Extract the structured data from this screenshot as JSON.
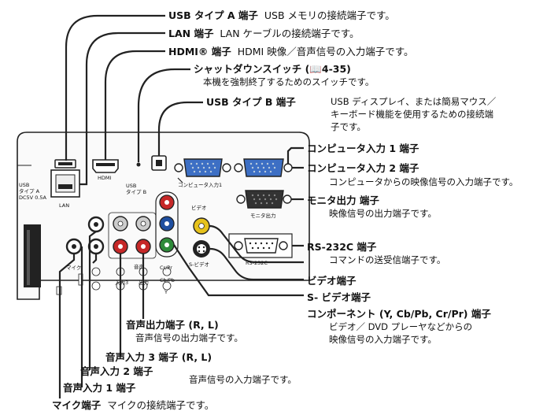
{
  "callouts": {
    "usb_a": {
      "name": "USB タイプ A 端子",
      "desc": "USB メモリの接続端子です。"
    },
    "lan": {
      "name": "LAN 端子",
      "desc": "LAN ケーブルの接続端子です。"
    },
    "hdmi": {
      "name": "HDMI® 端子",
      "desc": "HDMI 映像／音声信号の入力端子です。"
    },
    "shutdown": {
      "name": "シャットダウンスイッチ (📖4-35)",
      "desc": "本機を強制終了するためのスイッチです。"
    },
    "usb_b": {
      "name": "USB タイプ B 端子",
      "desc_lines": [
        "USB ディスプレイ、または簡易マウス／",
        "キーボード機能を使用するための接続端",
        "子です。"
      ]
    },
    "computer_in1": {
      "name": "コンピュータ入力 1 端子"
    },
    "computer_in2": {
      "name": "コンピュータ入力 2 端子",
      "desc": "コンピュータからの映像信号の入力端子です。"
    },
    "monitor_out": {
      "name": "モニタ出力 端子",
      "desc": "映像信号の出力端子です。"
    },
    "rs232c": {
      "name": "RS-232C 端子",
      "desc": "コマンドの送受信端子です。"
    },
    "video": {
      "name": "ビデオ端子"
    },
    "s_video": {
      "name": "S- ビデオ端子"
    },
    "component": {
      "name": "コンポーネント (Y, Cb/Pb, Cr/Pr) 端子",
      "desc_lines": [
        "ビデオ／ DVD プレーヤなどからの",
        "映像信号の入力端子です。"
      ]
    },
    "audio_out": {
      "name": "音声出力端子 (R, L)",
      "desc": "音声信号の出力端子です。"
    },
    "audio_in3": {
      "name": "音声入力 3 端子 (R, L)"
    },
    "audio_in2": {
      "name": "音声入力 2 端子"
    },
    "audio_in1": {
      "name": "音声入力 1 端子"
    },
    "audio_in_desc": "音声信号の入力端子です。",
    "mic": {
      "name": "マイク端子",
      "desc": "マイクの接続端子です。"
    }
  },
  "panel_labels": {
    "usb_a": [
      "USB",
      "タイプ A",
      "DC5V 0.5A"
    ],
    "lan": "LAN",
    "hdmi": "HDMI",
    "usb_b": [
      "USB",
      "タイプ B"
    ],
    "computer_in1": "コンピュータ入力1",
    "video": "ビデオ",
    "monitor_out": "モニタ出力",
    "s_video": "S-ビデオ",
    "rs232c": "RS-232C",
    "mic": "マイク",
    "audio_labels": [
      "音声",
      "入力3",
      "出力"
    ],
    "cr_pr": "Cr/Pr",
    "cb_pb": "Cb/Pb",
    "y": "Y"
  },
  "colors": {
    "red": "#c62828",
    "blue": "#1f4fa0",
    "green": "#2e8b3a",
    "yellow": "#e6c21b",
    "vga_blue": "#3d6fc4"
  }
}
